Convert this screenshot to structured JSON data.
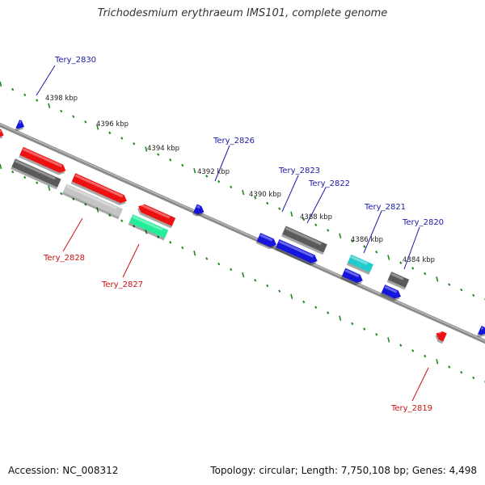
{
  "title": "Trichodesmium erythraeum IMS101, complete genome",
  "footer": {
    "accession": "Accession: NC_008312",
    "topology": "Topology: circular; Length: 7,750,108 bp; Genes: 4,498"
  },
  "colors": {
    "backbone": "#8a8a8a",
    "tick": "#1e8a1e",
    "forward_label": "#1a1aa8",
    "reverse_label": "#cc1111",
    "red": "#ee1111",
    "blue": "#1515dd",
    "dark_gray": "#5a5a5a",
    "light_gray": "#c4c4c4",
    "cyan": "#22cccc",
    "mint": "#22ee99"
  },
  "kbp_labels": [
    "4398 kbp",
    "4396 kbp",
    "4394 kbp",
    "4392 kbp",
    "4390 kbp",
    "4388 kbp",
    "4386 kbp",
    "4384 kbp"
  ],
  "gene_labels": {
    "tery_2830": "Tery_2830",
    "tery_2826": "Tery_2826",
    "tery_2823": "Tery_2823",
    "tery_2822": "Tery_2822",
    "tery_2821": "Tery_2821",
    "tery_2820": "Tery_2820",
    "tery_2828": "Tery_2828",
    "tery_2827": "Tery_2827",
    "tery_2819": "Tery_2819"
  }
}
